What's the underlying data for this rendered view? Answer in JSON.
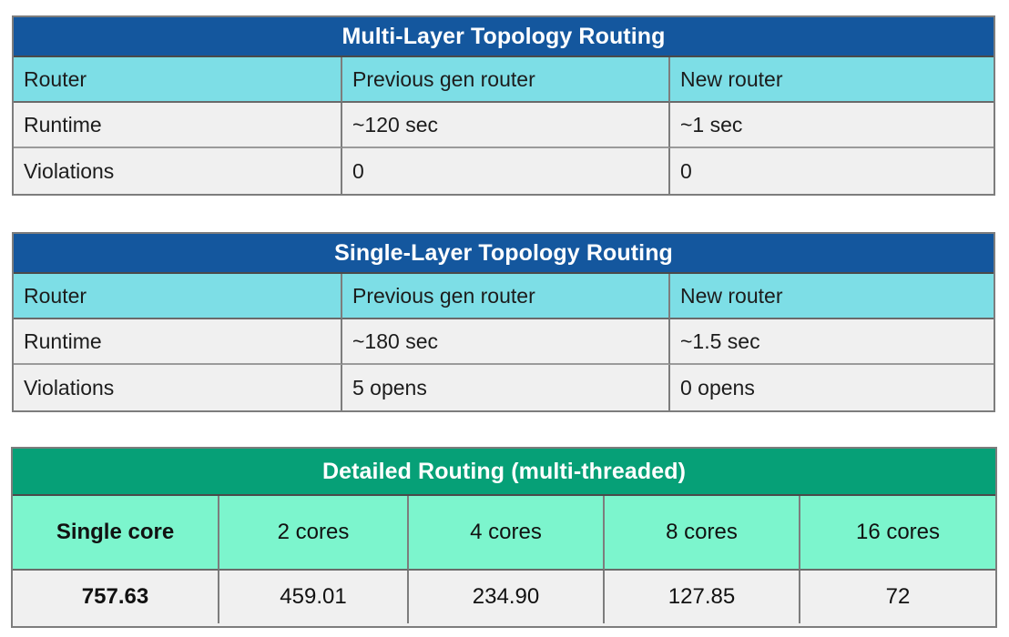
{
  "tables": [
    {
      "id": "multi-layer-topology-routing",
      "title": "Multi-Layer Topology Routing",
      "theme": "blue",
      "title_bg": "#14579e",
      "header_bg": "#7ddee6",
      "body_bg": "#f0f0f0",
      "columns": [
        "Router",
        "Previous gen router",
        "New router"
      ],
      "rows": [
        [
          "Runtime",
          "~120 sec",
          "~1 sec"
        ],
        [
          "Violations",
          "0",
          "0"
        ]
      ]
    },
    {
      "id": "single-layer-topology-routing",
      "title": "Single-Layer Topology Routing",
      "theme": "blue",
      "title_bg": "#14579e",
      "header_bg": "#7ddee6",
      "body_bg": "#f0f0f0",
      "columns": [
        "Router",
        "Previous gen router",
        "New router"
      ],
      "rows": [
        [
          "Runtime",
          "~180 sec",
          "~1.5 sec"
        ],
        [
          "Violations",
          "5 opens",
          "0 opens"
        ]
      ]
    },
    {
      "id": "detailed-routing-multi-threaded",
      "title": "Detailed Routing (multi-threaded)",
      "theme": "green",
      "title_bg": "#06a077",
      "header_bg": "#7cf5cd",
      "body_bg": "#f0f0f0",
      "columns": [
        "Single core",
        "2 cores",
        "4 cores",
        "8 cores",
        "16 cores"
      ],
      "rows": [
        [
          "757.63",
          "459.01",
          "234.90",
          "127.85",
          "72"
        ]
      ]
    }
  ]
}
